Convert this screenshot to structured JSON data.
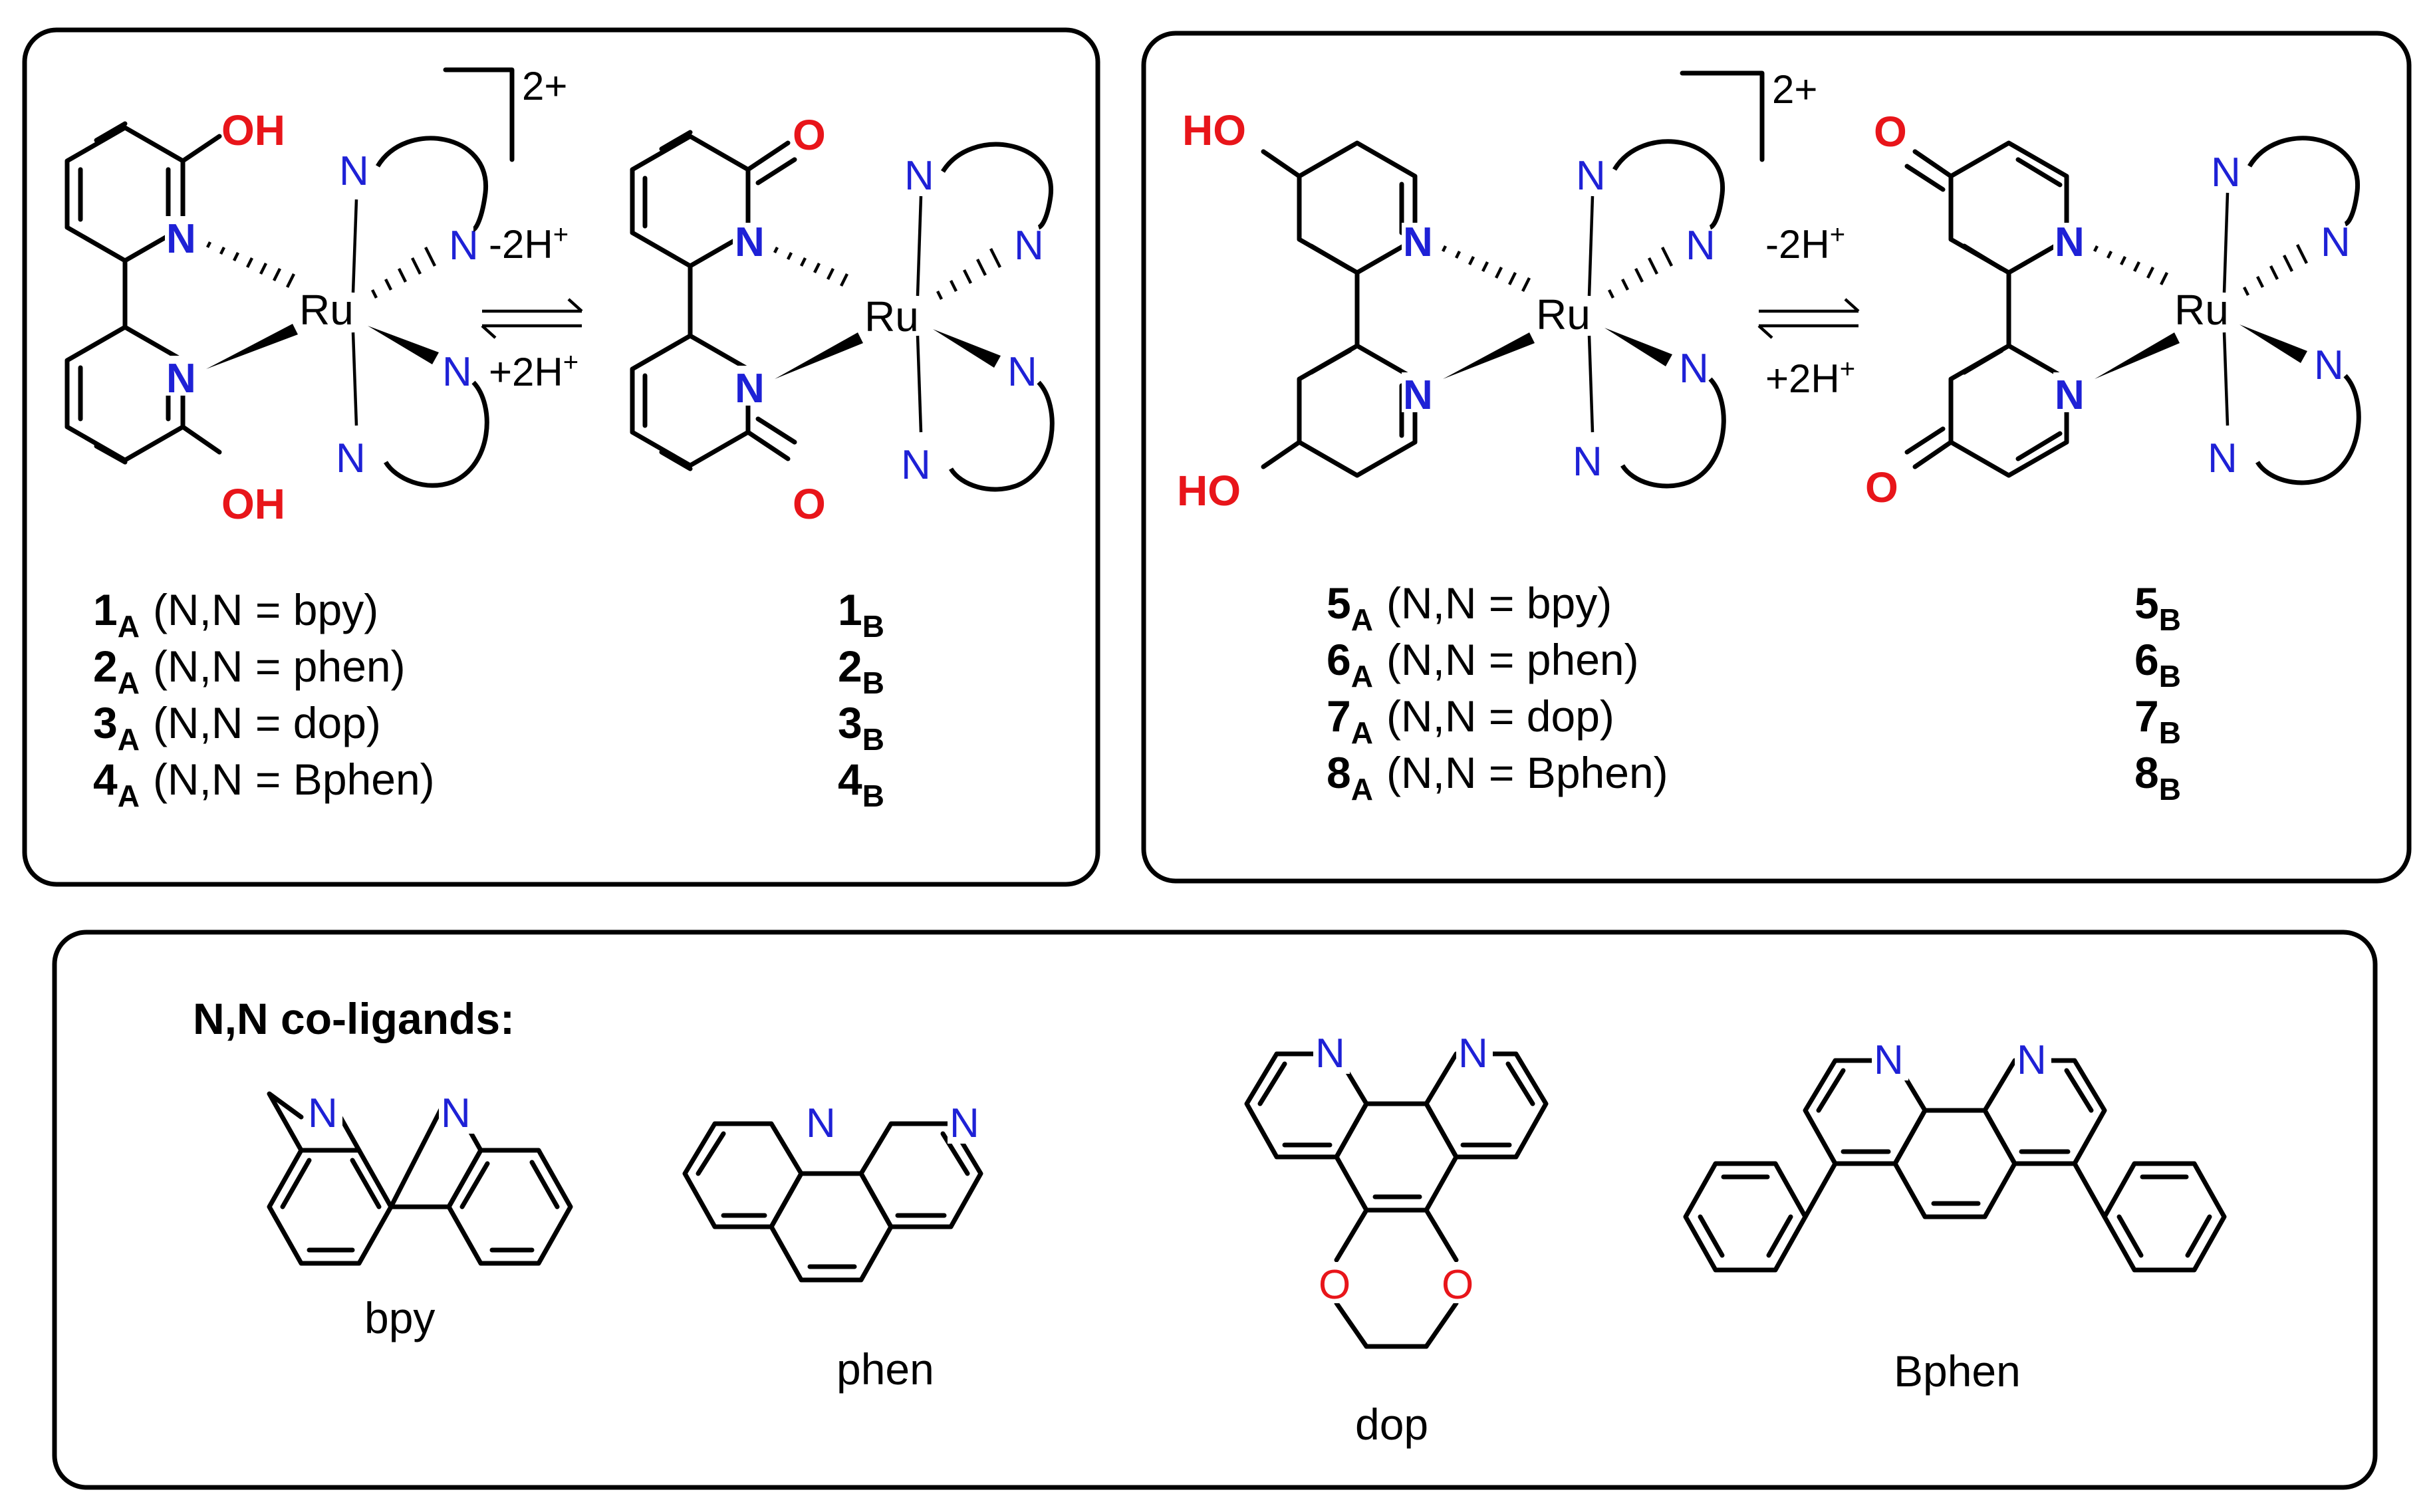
{
  "panel_left": {
    "charge": "2+",
    "reaction_forward": "-2H",
    "reaction_reverse": "+2H",
    "plus_sign": "+",
    "atoms": {
      "oh": "OH",
      "o": "O",
      "n": "N",
      "ru": "Ru"
    },
    "compounds": [
      {
        "a_num": "1",
        "a_sub": "A",
        "desc": "(N,N = bpy)",
        "b_num": "1",
        "b_sub": "B"
      },
      {
        "a_num": "2",
        "a_sub": "A",
        "desc": "(N,N = phen)",
        "b_num": "2",
        "b_sub": "B"
      },
      {
        "a_num": "3",
        "a_sub": "A",
        "desc": "(N,N = dop)",
        "b_num": "3",
        "b_sub": "B"
      },
      {
        "a_num": "4",
        "a_sub": "A",
        "desc": "(N,N = Bphen)",
        "b_num": "4",
        "b_sub": "B"
      }
    ]
  },
  "panel_right": {
    "charge": "2+",
    "reaction_forward": "-2H",
    "reaction_reverse": "+2H",
    "plus_sign": "+",
    "atoms": {
      "ho": "HO",
      "o": "O",
      "n": "N",
      "ru": "Ru"
    },
    "compounds": [
      {
        "a_num": "5",
        "a_sub": "A",
        "desc": "(N,N = bpy)",
        "b_num": "5",
        "b_sub": "B"
      },
      {
        "a_num": "6",
        "a_sub": "A",
        "desc": "(N,N = phen)",
        "b_num": "6",
        "b_sub": "B"
      },
      {
        "a_num": "7",
        "a_sub": "A",
        "desc": "(N,N = dop)",
        "b_num": "7",
        "b_sub": "B"
      },
      {
        "a_num": "8",
        "a_sub": "A",
        "desc": "(N,N = Bphen)",
        "b_num": "8",
        "b_sub": "B"
      }
    ]
  },
  "coligands": {
    "heading": "N,N co-ligands:",
    "atoms": {
      "n": "N",
      "o": "O"
    },
    "names": {
      "bpy": "bpy",
      "phen": "phen",
      "dop": "dop",
      "bphen": "Bphen"
    }
  },
  "colors": {
    "nitrogen": "#1e21d6",
    "oxygen": "#e8151a",
    "bond": "#000000"
  }
}
